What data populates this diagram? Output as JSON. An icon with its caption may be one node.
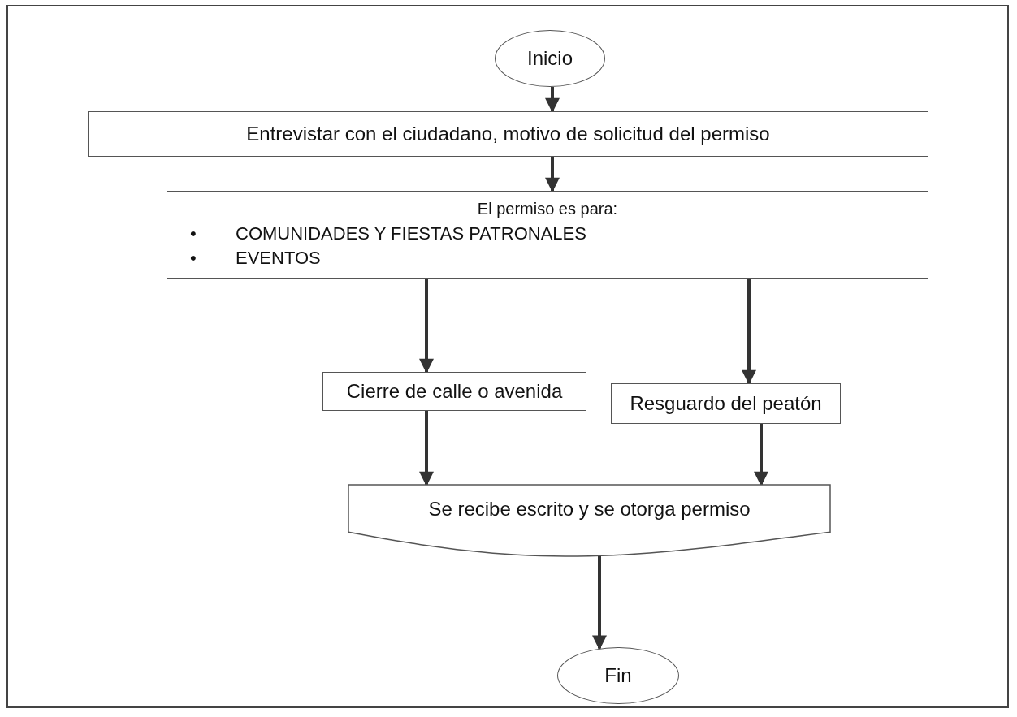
{
  "diagram": {
    "nodes": [
      {
        "text": [
          "Inicio"
        ]
      },
      {
        "text": [
          "Entrevistar con el ciudadano, motivo de solicitud del permiso"
        ]
      },
      {
        "text": [
          "El permiso es para:",
          "•",
          "COMUNIDADES Y FIESTAS PATRONALES",
          "•",
          "EVENTOS"
        ]
      },
      {
        "text": [
          "Cierre de calle o avenida"
        ]
      },
      {
        "text": [
          "Resguardo del peatón"
        ]
      },
      {
        "text": [
          "Se recibe escrito y se otorga permiso"
        ]
      },
      {
        "text": [
          "Fin"
        ]
      }
    ],
    "edges": [
      {
        "from": 0,
        "to": 1,
        "arrow": "to"
      },
      {
        "from": 1,
        "to": 2,
        "arrow": "to"
      },
      {
        "from": 2,
        "to": 3,
        "arrow": "to"
      },
      {
        "from": 2,
        "to": 4,
        "arrow": "to"
      },
      {
        "from": 3,
        "to": 5,
        "arrow": "to"
      },
      {
        "from": 4,
        "to": 5,
        "arrow": "to"
      },
      {
        "from": 5,
        "to": 6,
        "arrow": "to"
      }
    ]
  }
}
